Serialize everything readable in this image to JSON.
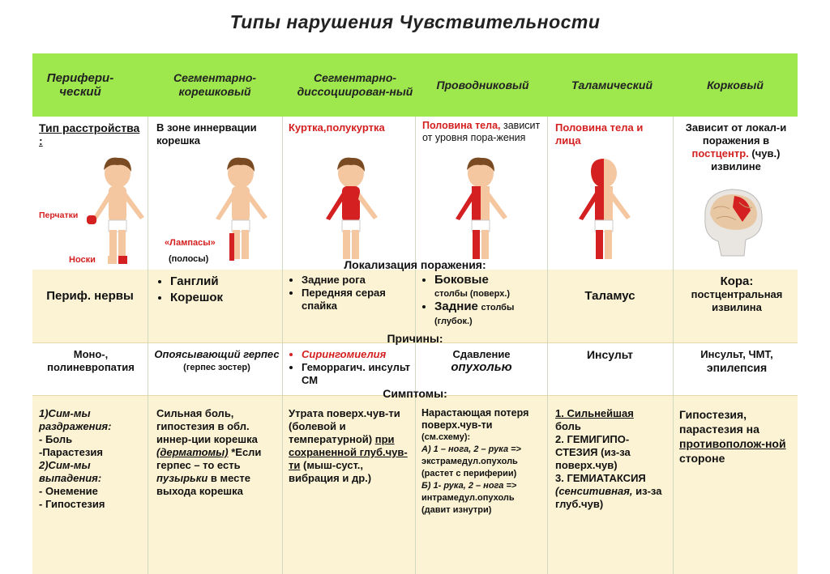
{
  "title": "Типы нарушения Чувствительности",
  "header": [
    "Перифери-ческий",
    "Сегментарно-корешковый",
    "Сегментарно-диссоциирован-ный",
    "Проводниковый",
    "Таламический",
    "Корковый"
  ],
  "type_row": {
    "label": "Тип расстройства :",
    "c2": "В зоне иннервации корешка",
    "c3": "Куртка,полукуртка",
    "c4_red": "Половина тела,",
    "c4_rest": "зависит от уровня пора-жения",
    "c5": "Половина тела и лица",
    "c6_a": "Зависит от локал-и поражения в",
    "c6_red": "постцентр.",
    "c6_b": "(чув.) извилине",
    "gloves": "Перчатки",
    "socks": "Носки",
    "stripes_red": "«Лампасы»",
    "stripes": "(полосы)"
  },
  "sections": {
    "localization": "Локализация поражения:",
    "causes": "Причины:",
    "symptoms": "Симптомы:"
  },
  "loc": {
    "c1": "Периф. нервы",
    "c2": [
      "Ганглий",
      "Корешок"
    ],
    "c3": [
      "Задние рога",
      "Передняя серая спайка"
    ],
    "c4_1": "Боковые",
    "c4_1s": "столбы (поверх.)",
    "c4_2": "Задние",
    "c4_2s": "столбы (глубок.)",
    "c5": "Таламус",
    "c6_a": "Кора:",
    "c6_b": "постцентральная извилина"
  },
  "causes": {
    "c1": "Моно-, полиневропатия",
    "c2_a": "Опоясывающий герпес",
    "c2_b": "(герпес зостер)",
    "c3_a": "Сирингомиелия",
    "c3_b": "Геморрагич. инсульт СМ",
    "c4_a": "Сдавление",
    "c4_b": "опухолью",
    "c5": "Инсульт",
    "c6_a": "Инсульт, ЧМТ,",
    "c6_b": "эпилепсия"
  },
  "sym": {
    "c1": [
      "1)Сим-мы",
      "раздражения:",
      " - Боль",
      "-Парастезия",
      "2)Сим-мы",
      "выпадения:",
      " - Онемение",
      "- Гипостезия"
    ],
    "c2_a": "Сильная боль, гипостезия в обл. иннер-ции корешка",
    "c2_b": "(дерматомы)",
    "c2_c": "*Если герпес – то есть",
    "c2_d": "пузырьки",
    "c2_e": "в месте выхода корешка",
    "c3_a": "Утрата поверх.чув-ти (болевой и температурной)",
    "c3_b": "при сохраненной глуб.чув-ти",
    "c3_c": "(мыш-суст., вибрация и др.)",
    "c4_a": "Нарастающая потеря поверх.чув-ти",
    "c4_b": "(см.схему):",
    "c4_c": "А) 1 – нога, 2 – рука =>",
    "c4_d": "экстрамедул.опухоль (растет с периферии)",
    "c4_e": "Б) 1- рука, 2 – нога =>",
    "c4_f": "интрамедул.опухоль (давит изнутри)",
    "c5_a": "1. Сильнейшая",
    "c5_b": "боль",
    "c5_c": "2. ГЕМИГИПО-СТЕЗИЯ (из-за поверх.чув)",
    "c5_d": "3. ГЕМИАТАКСИЯ",
    "c5_e": "(сенситивная,",
    "c5_f": "из-за глуб.чув)",
    "c6_a": "Гипостезия, парастезия на",
    "c6_b": "противополож-ной",
    "c6_c": "стороне"
  }
}
